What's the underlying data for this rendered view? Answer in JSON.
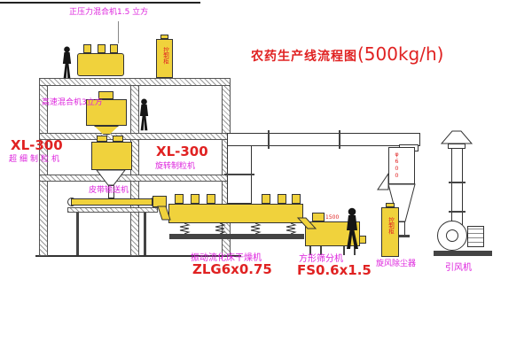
{
  "title": {
    "text": "农药生产线流程图",
    "capacity": "(500kg/h)"
  },
  "equipment_labels": {
    "pressure_mixer": "正压力混合机1.5 立方",
    "high_speed_mixer": "高速混合机3立方",
    "granulator_left_model": "XL-300",
    "granulator_left_name": "超细制粒机",
    "granulator_right_model": "XL-300",
    "granulator_right_name": "旋转制粒机",
    "belt_conveyor": "皮带输送机",
    "fluid_bed_dryer": "振动流化床干燥机",
    "fluid_bed_dryer_model": "ZLG6x0.75",
    "square_sifter": "方形筛分机",
    "square_sifter_model": "FS0.6x1.5",
    "cyclone": "旋风除尘器",
    "induced_draft_fan": "引风机"
  },
  "annotations": {
    "control_cabinet_top": "控制柜",
    "control_cabinet_right": "控制柜",
    "cyclone_diameter": "φ600",
    "sifter_dimension": "1500"
  },
  "colors": {
    "machine_fill": "#f0d23c",
    "label_magenta": "#dd22dd",
    "label_red": "#e02222",
    "line": "#333333"
  }
}
